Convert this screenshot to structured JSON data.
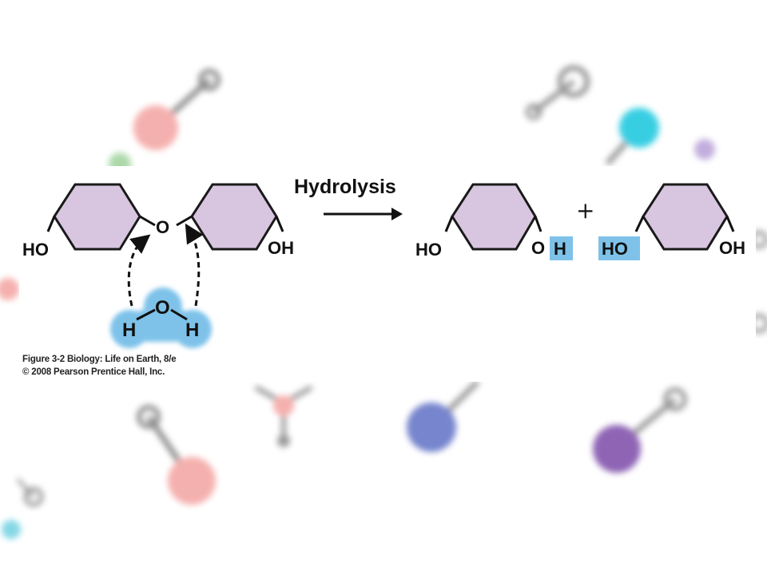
{
  "diagram": {
    "reaction_label": "Hydrolysis",
    "plus_sign": "+",
    "colors": {
      "ring_fill": "#d8c6e0",
      "ring_stroke": "#1a1a1a",
      "highlight": "#7ec2ea",
      "water_glow": "#7ec2ea"
    },
    "reactant": {
      "left_ring_group": "HO",
      "bridge_oxygen": "O",
      "right_ring_group": "OH"
    },
    "water": {
      "hydrogen_left": "H",
      "oxygen": "O",
      "hydrogen_right": "H"
    },
    "products": {
      "first_left_group": "HO",
      "first_right_oxygen": "O",
      "first_added_hydrogen": "H",
      "second_added_group": "HO",
      "second_right_group": "OH"
    },
    "caption_line1": "Figure 3-2  Biology: Life on Earth, 8/e",
    "caption_line2": "© 2008 Pearson Prentice Hall, Inc."
  }
}
